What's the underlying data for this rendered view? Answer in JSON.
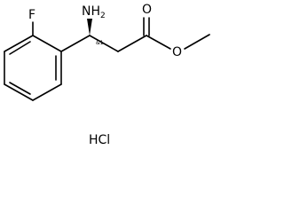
{
  "structure": {
    "atoms": {
      "fluorine": "F",
      "amine_n": "NH",
      "amine_h_count": "2",
      "carbonyl_o": "O",
      "ester_o": "O"
    },
    "stereo_label": "&1",
    "salt": "HCl"
  },
  "colors": {
    "ink": "#000000",
    "background": "#ffffff"
  }
}
